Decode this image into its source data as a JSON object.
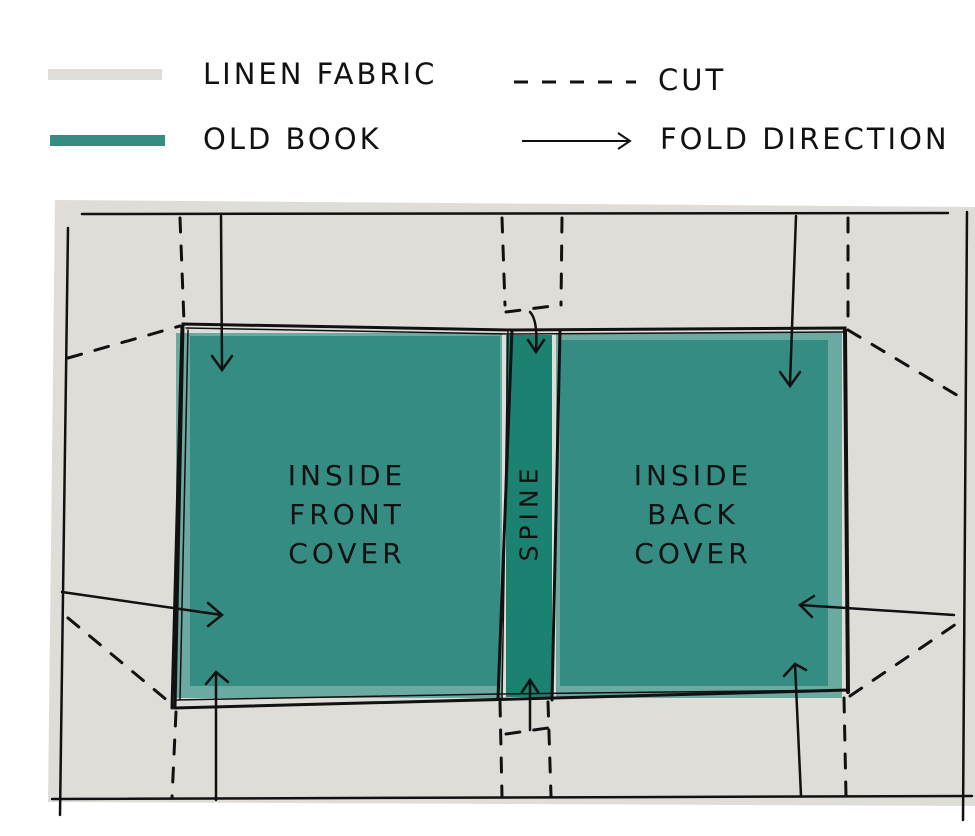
{
  "legend": {
    "items": [
      {
        "label": "LINEN FABRIC",
        "symbol": "light-gray-bar",
        "color": "#e0ddd9"
      },
      {
        "label": "OLD BOOK",
        "symbol": "teal-bar",
        "color": "#348c82"
      },
      {
        "label": "CUT",
        "symbol": "dashed-line"
      },
      {
        "label": "FOLD DIRECTION",
        "symbol": "arrow"
      }
    ]
  },
  "diagram": {
    "colors": {
      "linen": "#e0ddd9",
      "book": "#348c82",
      "book_edge": "#6aaaa0",
      "spine": "#1b8272",
      "ink": "#111111"
    },
    "panels": {
      "front": {
        "lines": [
          "INSIDE",
          "FRONT",
          "COVER"
        ]
      },
      "spine": {
        "label": "SPINE"
      },
      "back": {
        "lines": [
          "INSIDE",
          "BACK",
          "COVER"
        ]
      }
    }
  }
}
